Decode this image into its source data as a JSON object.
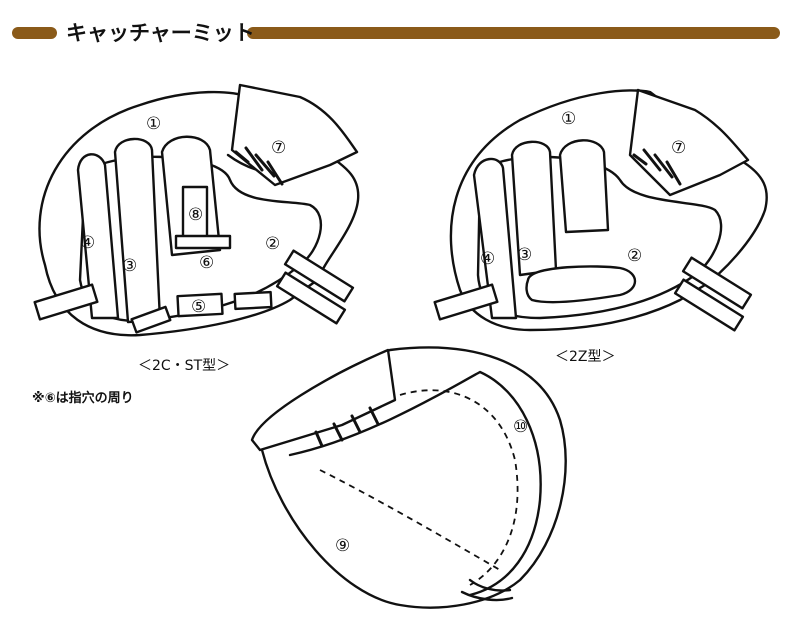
{
  "header": {
    "title": "キャッチャーミット",
    "bar_color": "#8a5a19"
  },
  "diagrams": {
    "left_caption": "＜2C・ST型＞",
    "right_caption": "＜2Z型＞",
    "note": "※⑥は指穴の周り"
  },
  "parts": {
    "p1": "①",
    "p2": "②",
    "p3": "③",
    "p4": "④",
    "p5": "⑤",
    "p6": "⑥",
    "p7": "⑦",
    "p8": "⑧",
    "p9": "⑨",
    "p10": "⑩"
  }
}
